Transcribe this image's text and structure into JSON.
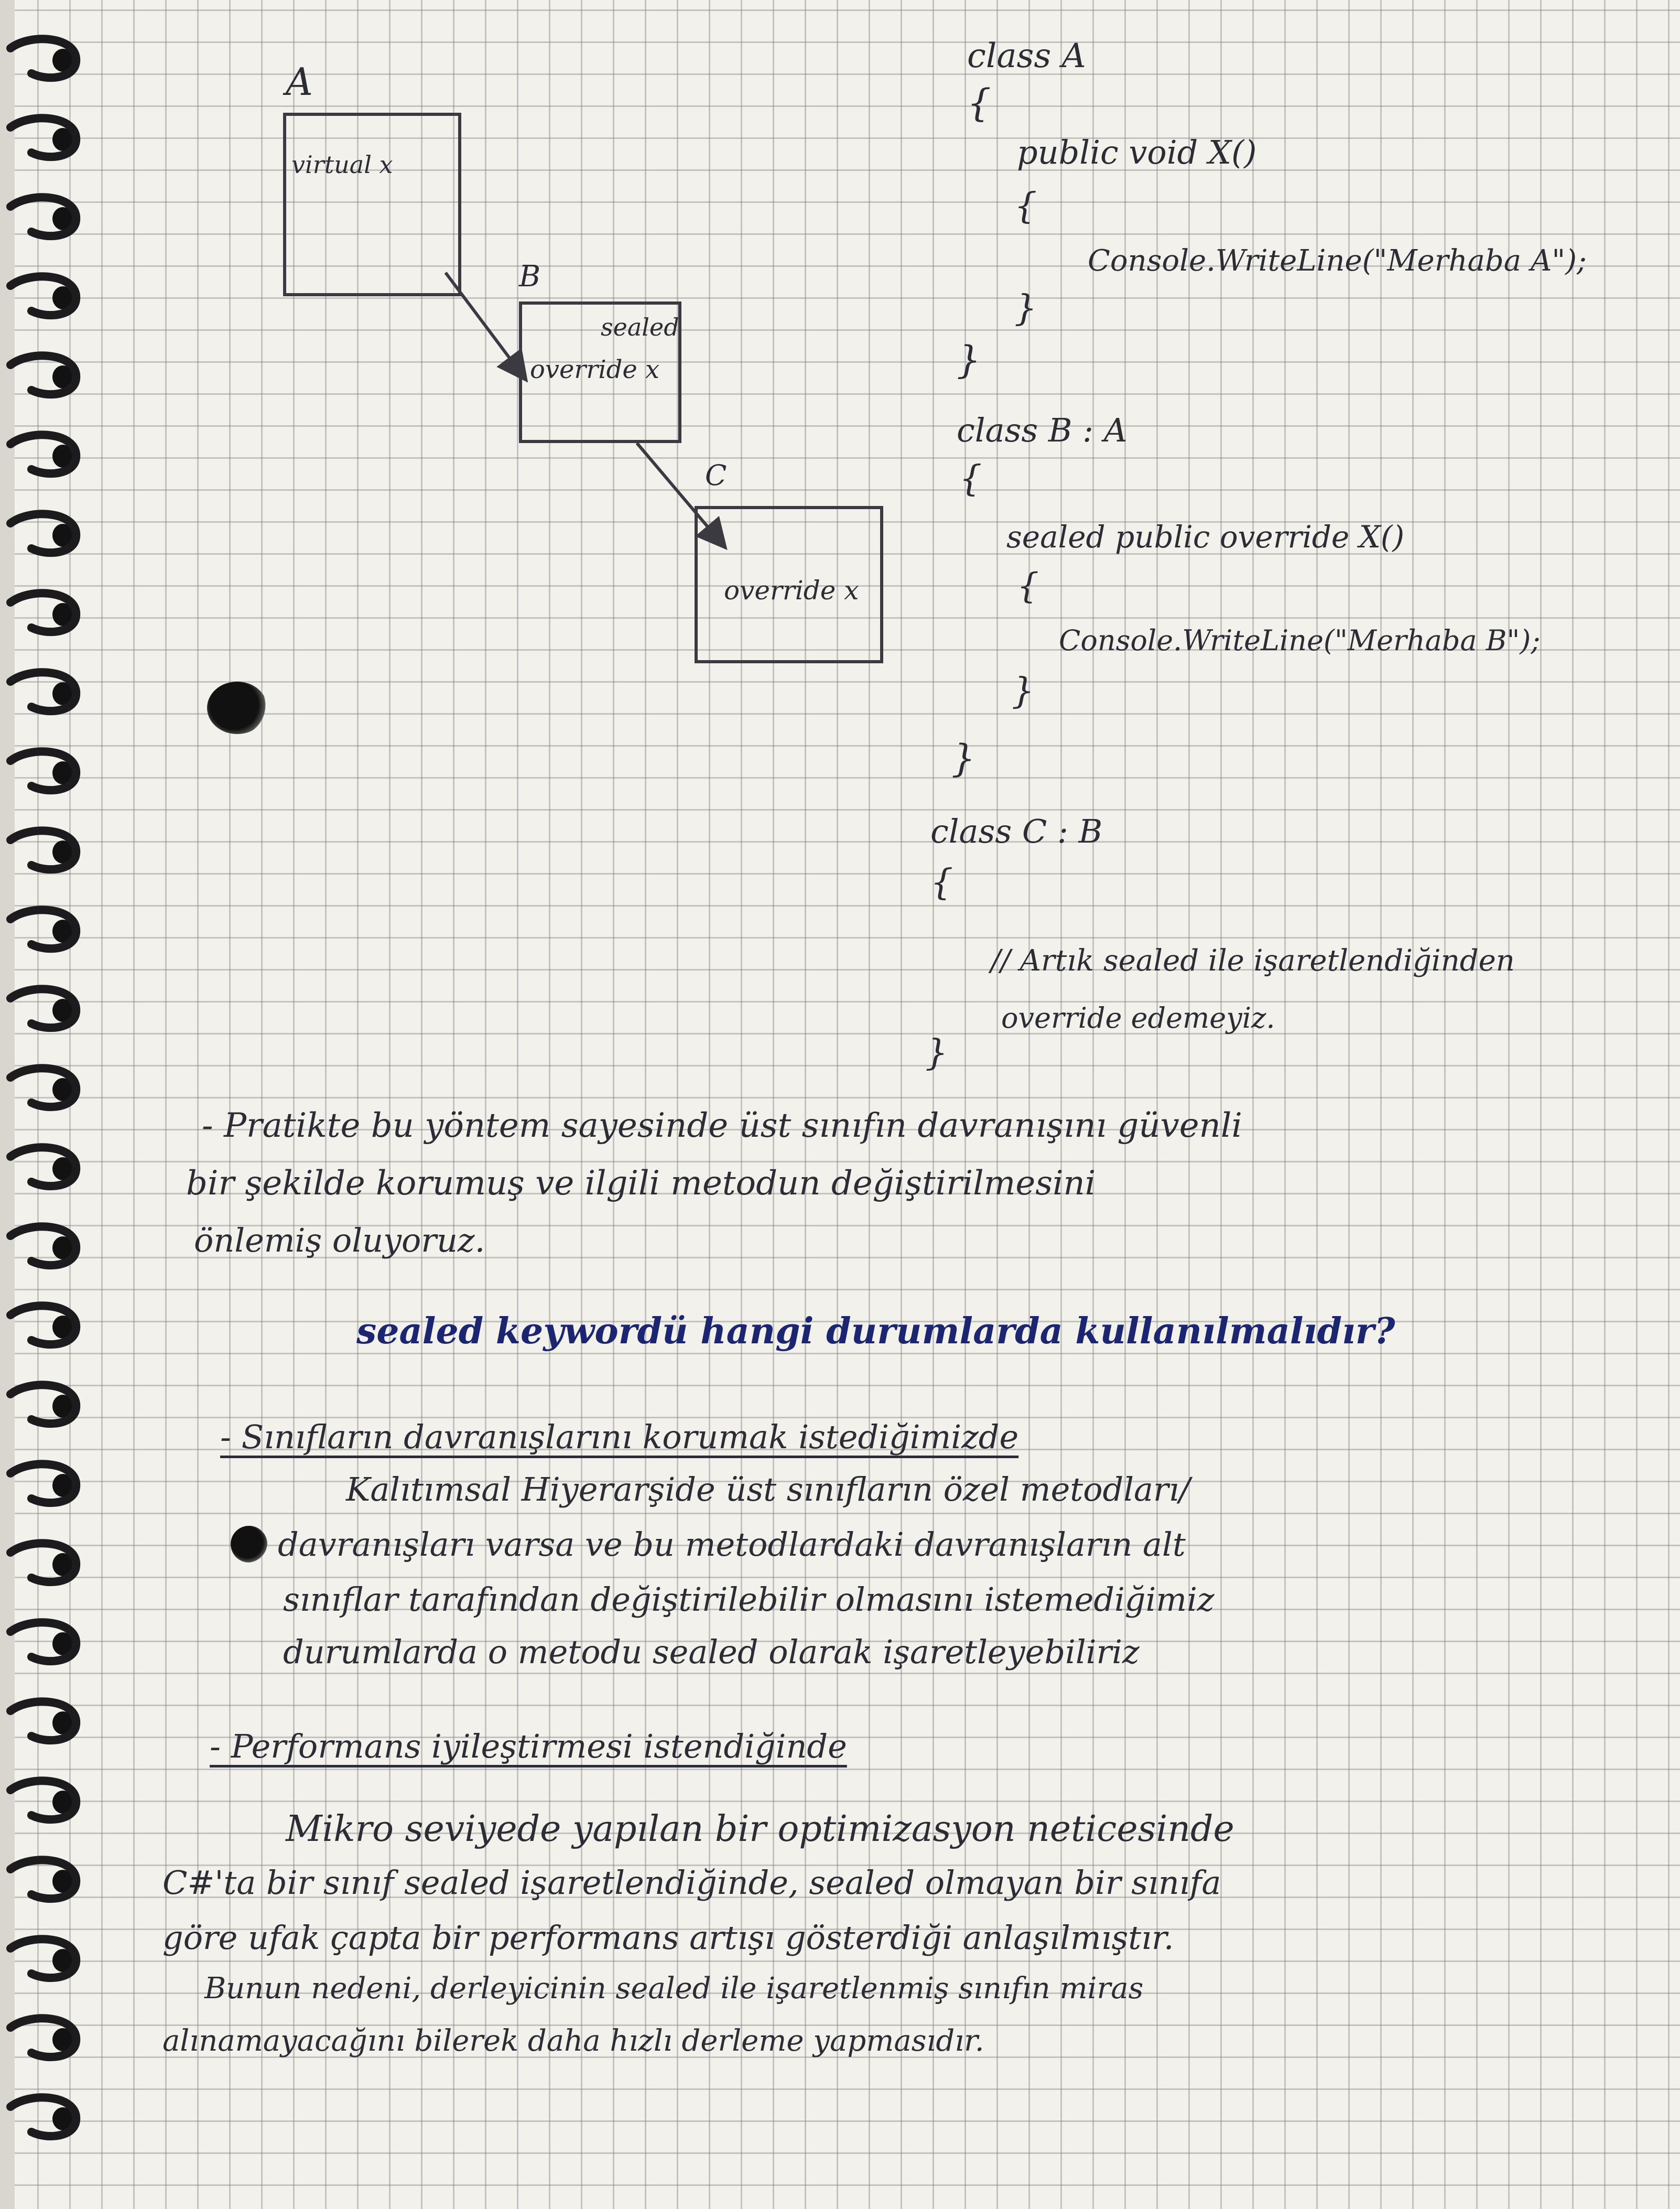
{
  "diagram": {
    "box_a": {
      "letter": "A",
      "label": "virtual x"
    },
    "box_b": {
      "letter": "B",
      "label_top": "sealed",
      "label": "override x"
    },
    "box_c": {
      "letter": "C",
      "label": "override x"
    }
  },
  "code": {
    "class_a": {
      "header": "class A",
      "open": "{",
      "method": "public void X()",
      "method_open": "{",
      "statement": "Console.WriteLine(\"Merhaba A\");",
      "method_close": "}",
      "close": "}"
    },
    "class_b": {
      "header": "class B : A",
      "open": "{",
      "method": "sealed public override X()",
      "method_open": "{",
      "statement": "Console.WriteLine(\"Merhaba B\");",
      "method_close": "}",
      "close": "}"
    },
    "class_c": {
      "header": "class C : B",
      "open": "{",
      "comment_line1": "// Artık sealed ile işaretlendiğinden",
      "comment_line2": "override edemeyiz.",
      "close": "}"
    }
  },
  "notes": {
    "paragraph1": [
      "- Pratikte bu yöntem sayesinde üst sınıfın davranışını güvenli",
      "bir şekilde korumuş ve ilgili metodun değiştirilmesini",
      "önlemiş oluyoruz."
    ],
    "question": "sealed keywordü hangi durumlarda kullanılmalıdır?",
    "heading1": "- Sınıfların davranışlarını korumak istediğimizde",
    "paragraph2": [
      "Kalıtımsal Hiyerarşide üst sınıfların özel metodları/",
      "davranışları varsa ve bu metodlardaki davranışların alt",
      "sınıflar tarafından değiştirilebilir olmasını istemediğimiz",
      "durumlarda o metodu sealed olarak işaretleyebiliriz"
    ],
    "heading2": "- Performans iyileştirmesi istendiğinde",
    "paragraph3": [
      "Mikro seviyede yapılan bir optimizasyon neticesinde",
      "C#'ta bir sınıf sealed işaretlendiğinde, sealed olmayan bir sınıfa",
      "göre ufak çapta bir performans artışı gösterdiği anlaşılmıştır.",
      "Bunun nedeni, derleyicinin sealed ile işaretlenmiş sınıfın miras",
      "alınamayacağını bilerek daha hızlı derleme yapmasıdır."
    ]
  }
}
